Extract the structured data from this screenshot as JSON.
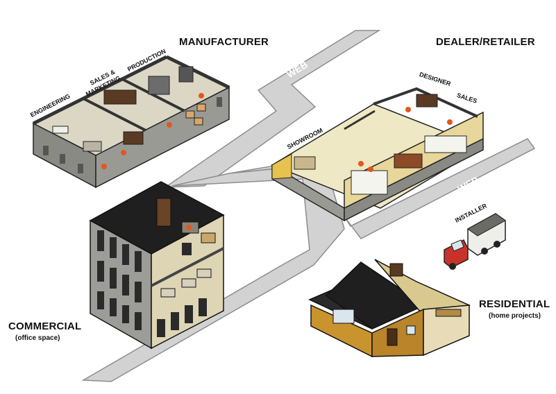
{
  "sections": {
    "manufacturer": {
      "title": "MANUFACTURER",
      "departments": [
        "ENGINEERING",
        "SALES &",
        "MARKETING",
        "PRODUCTION"
      ]
    },
    "dealer": {
      "title": "DEALER/RETAILER",
      "departments": [
        "SHOWROOM",
        "DESIGNER",
        "SALES"
      ]
    },
    "commercial": {
      "title": "COMMERCIAL",
      "subtitle": "(office space)"
    },
    "residential": {
      "title": "RESIDENTIAL",
      "subtitle": "(home projects)"
    },
    "installer": {
      "title": "INSTALLER"
    }
  },
  "roads": {
    "label_1": "WEB",
    "label_2": "WEB",
    "label_3": "WEB",
    "label_4": "WEB"
  },
  "colors": {
    "road": "#d2d2d2",
    "road_edge": "#8c8c8c",
    "wall_gray": "#8a8a85",
    "wall_light": "#e8e2cc",
    "accent_orange": "#e2571e",
    "roof": "#222222",
    "house_wall": "#c9942e",
    "truck_red": "#c8322a"
  }
}
